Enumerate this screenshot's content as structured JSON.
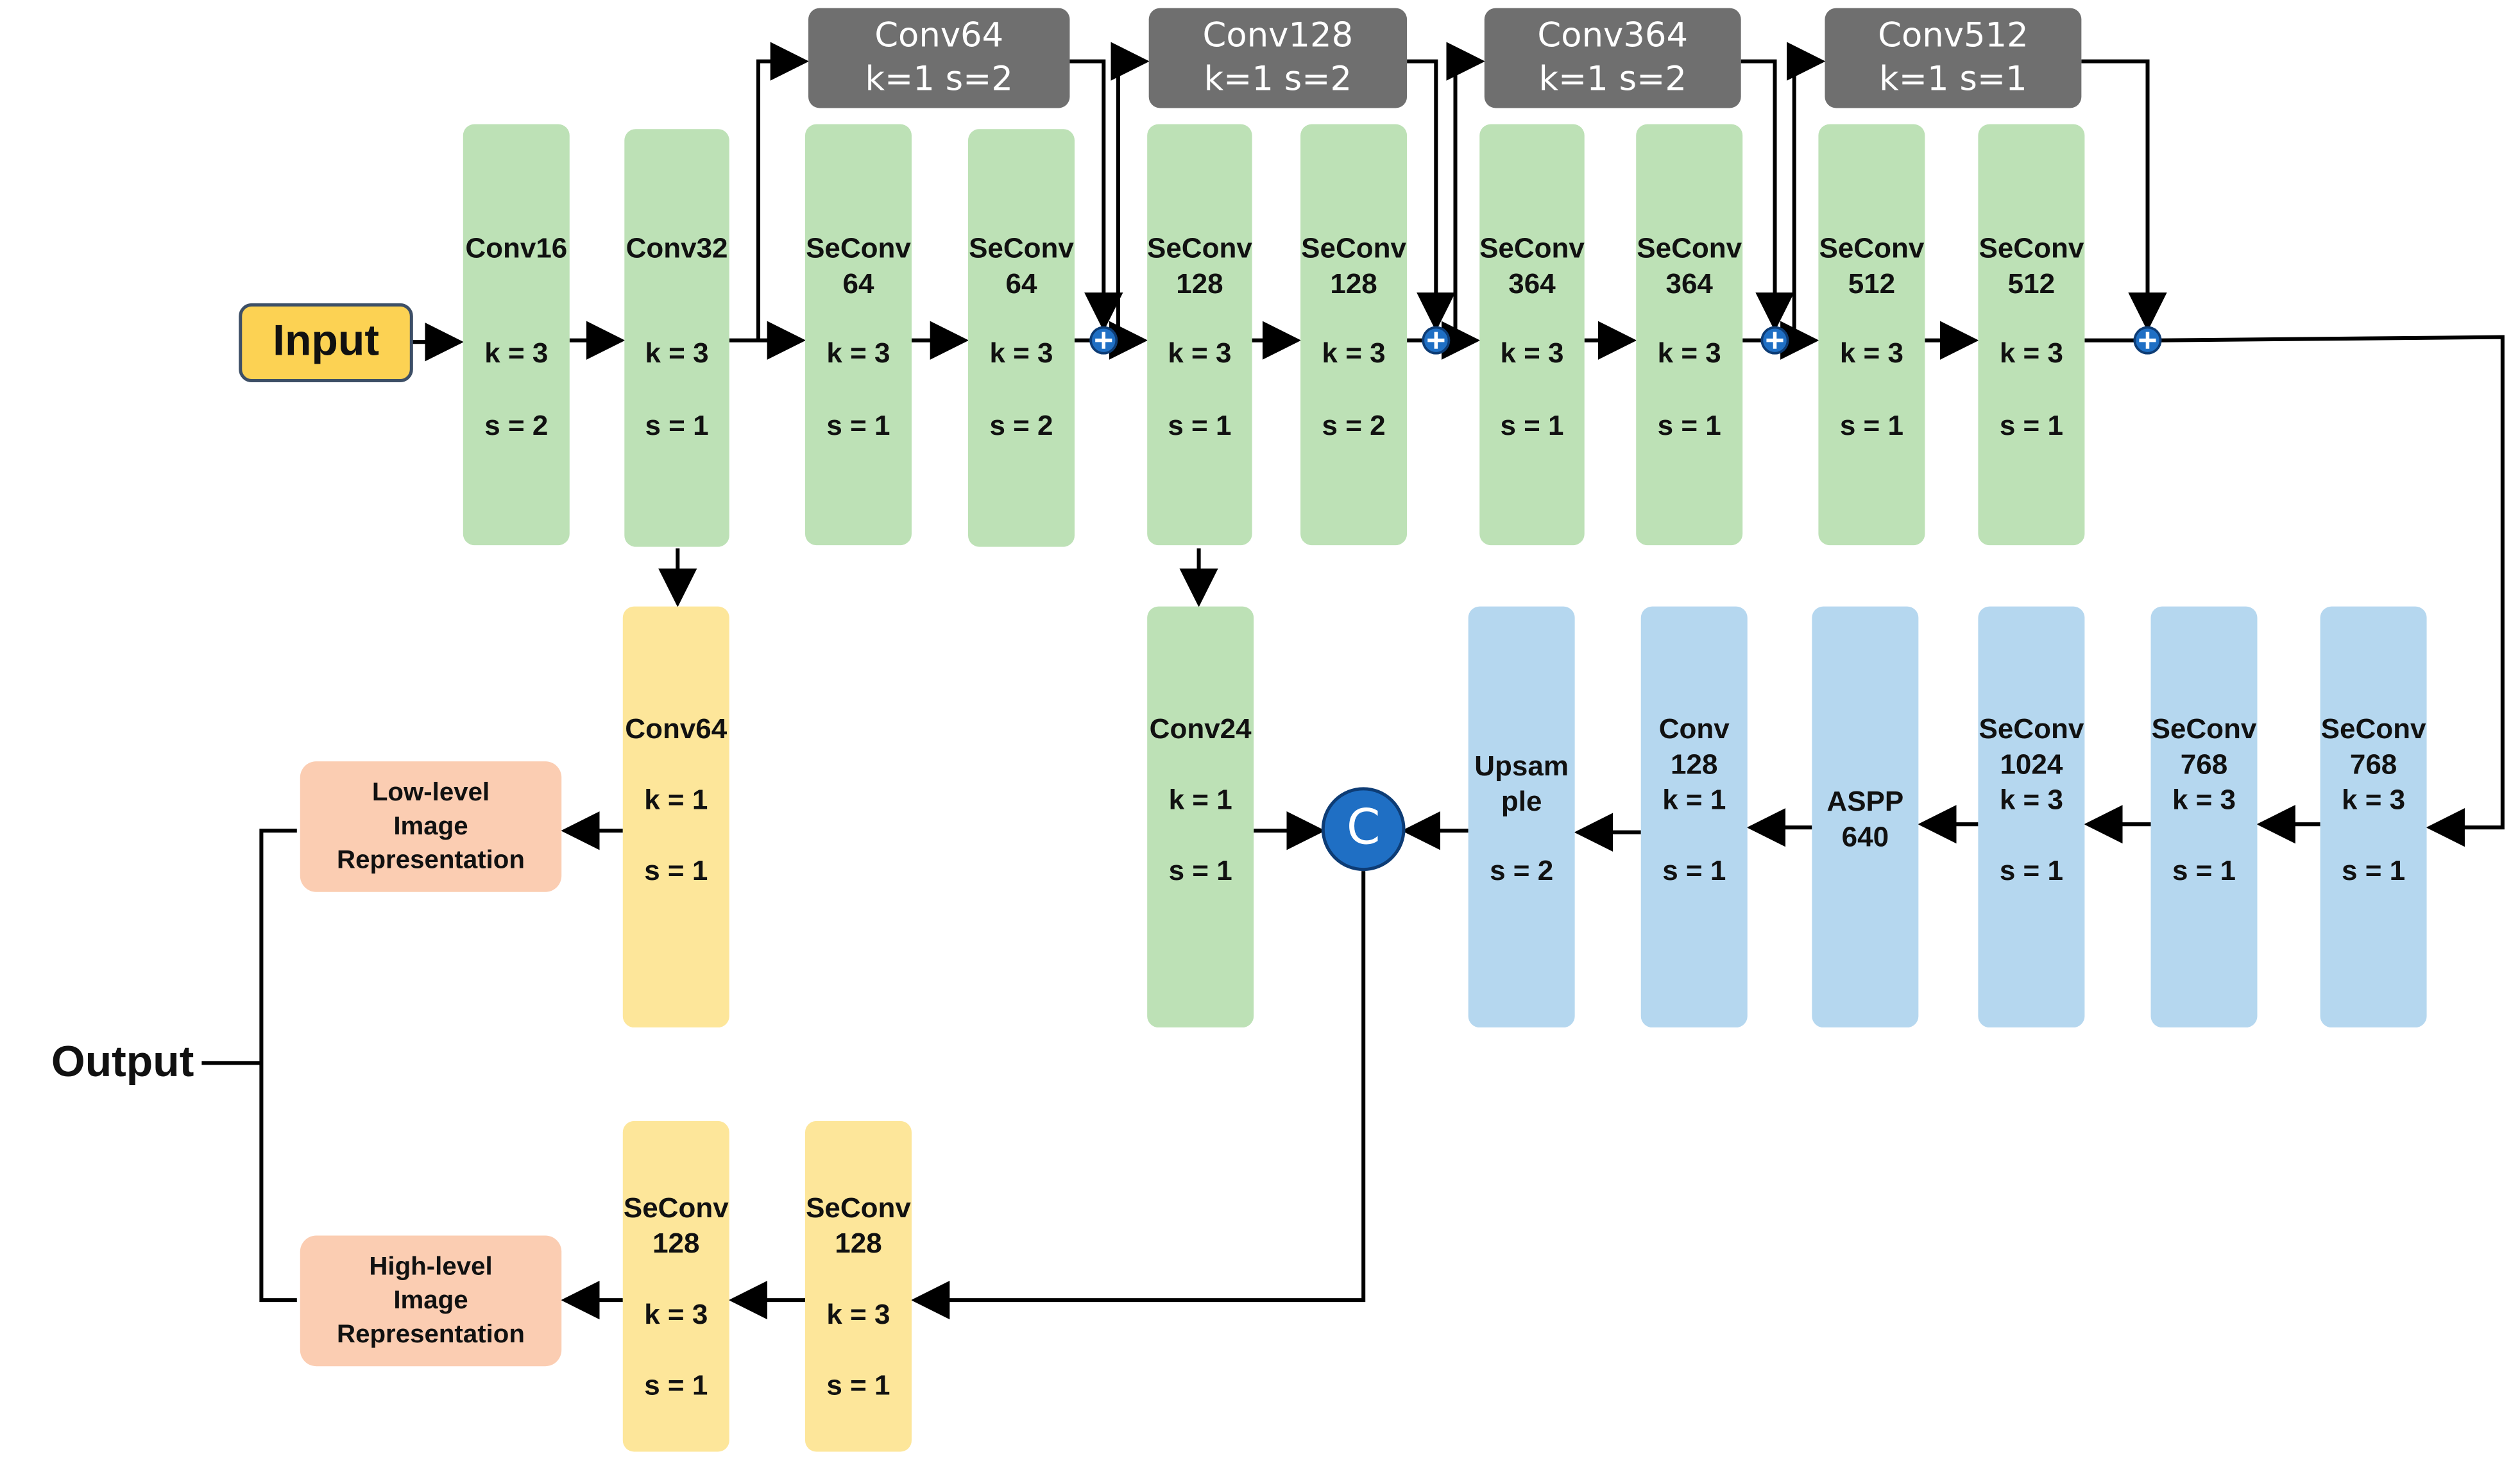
{
  "colors": {
    "green": "#bde1b6",
    "blue": "#b5d7ef",
    "yellow": "#fde69a",
    "salmon": "#fbcdb2",
    "gray": "#6f6f6f",
    "input": "#fcd253",
    "node": "#1f6fc4",
    "line": "#000000"
  },
  "input_label": "Input",
  "output_label": "Output",
  "blocks": [
    {
      "id": "conv16",
      "color": "green",
      "lines": [
        "Conv16",
        "",
        "k = 3",
        "",
        "s = 2"
      ]
    },
    {
      "id": "conv32",
      "color": "green",
      "lines": [
        "Conv32",
        "",
        "k = 3",
        "",
        "s = 1"
      ]
    },
    {
      "id": "seconv64a",
      "color": "green",
      "lines": [
        "SeConv",
        "64",
        "k = 3",
        "",
        "s = 1"
      ]
    },
    {
      "id": "seconv64b",
      "color": "green",
      "lines": [
        "SeConv",
        "64",
        "k = 3",
        "",
        "s = 2"
      ]
    },
    {
      "id": "seconv128a",
      "color": "green",
      "lines": [
        "SeConv",
        "128",
        "k = 3",
        "",
        "s = 1"
      ]
    },
    {
      "id": "seconv128b",
      "color": "green",
      "lines": [
        "SeConv",
        "128",
        "k = 3",
        "",
        "s = 2"
      ]
    },
    {
      "id": "seconv364a",
      "color": "green",
      "lines": [
        "SeConv",
        "364",
        "k = 3",
        "",
        "s = 1"
      ]
    },
    {
      "id": "seconv364b",
      "color": "green",
      "lines": [
        "SeConv",
        "364",
        "k = 3",
        "",
        "s = 1"
      ]
    },
    {
      "id": "seconv512a",
      "color": "green",
      "lines": [
        "SeConv",
        "512",
        "k = 3",
        "",
        "s = 1"
      ]
    },
    {
      "id": "seconv512b",
      "color": "green",
      "lines": [
        "SeConv",
        "512",
        "k = 3",
        "",
        "s = 1"
      ]
    },
    {
      "id": "conv64-low",
      "color": "yellow",
      "lines": [
        "Conv64",
        "",
        "k = 1",
        "",
        "s = 1"
      ]
    },
    {
      "id": "conv24",
      "color": "green",
      "lines": [
        "Conv24",
        "",
        "k = 1",
        "",
        "s = 1"
      ]
    },
    {
      "id": "upsample",
      "color": "blue",
      "lines": [
        "Upsam",
        "ple",
        "",
        "s = 2"
      ]
    },
    {
      "id": "conv128-blue",
      "color": "blue",
      "lines": [
        "Conv",
        "128",
        "k = 1",
        "",
        "s = 1"
      ]
    },
    {
      "id": "aspp",
      "color": "blue",
      "lines": [
        "ASPP",
        "640"
      ]
    },
    {
      "id": "seconv1024",
      "color": "blue",
      "lines": [
        "SeConv",
        "1024",
        "k = 3",
        "",
        "s = 1"
      ]
    },
    {
      "id": "seconv768a",
      "color": "blue",
      "lines": [
        "SeConv",
        "768",
        "k = 3",
        "",
        "s = 1"
      ]
    },
    {
      "id": "seconv768b",
      "color": "blue",
      "lines": [
        "SeConv",
        "768",
        "k = 3",
        "",
        "s = 1"
      ]
    },
    {
      "id": "seconv128-high-a",
      "color": "yellow",
      "lines": [
        "SeConv",
        "128",
        "k = 3",
        "",
        "s = 1"
      ]
    },
    {
      "id": "seconv128-high-b",
      "color": "yellow",
      "lines": [
        "SeConv",
        "128",
        "k = 3",
        "",
        "s = 1"
      ]
    },
    {
      "id": "low-level-output",
      "color": "salmon",
      "lines": [
        "Low-level",
        "Image",
        "Representation"
      ]
    },
    {
      "id": "high-level-output",
      "color": "salmon",
      "lines": [
        "High-level",
        "Image",
        "Representation"
      ]
    }
  ],
  "shortcuts": [
    {
      "id": "shortcut-conv64",
      "lines": [
        "Conv64",
        "k=1 s=2"
      ]
    },
    {
      "id": "shortcut-conv128",
      "lines": [
        "Conv128",
        "k=1 s=2"
      ]
    },
    {
      "id": "shortcut-conv364",
      "lines": [
        "Conv364",
        "k=1 s=2"
      ]
    },
    {
      "id": "shortcut-conv512",
      "lines": [
        "Conv512",
        "k=1 s=1"
      ]
    }
  ],
  "concat_label": "C"
}
